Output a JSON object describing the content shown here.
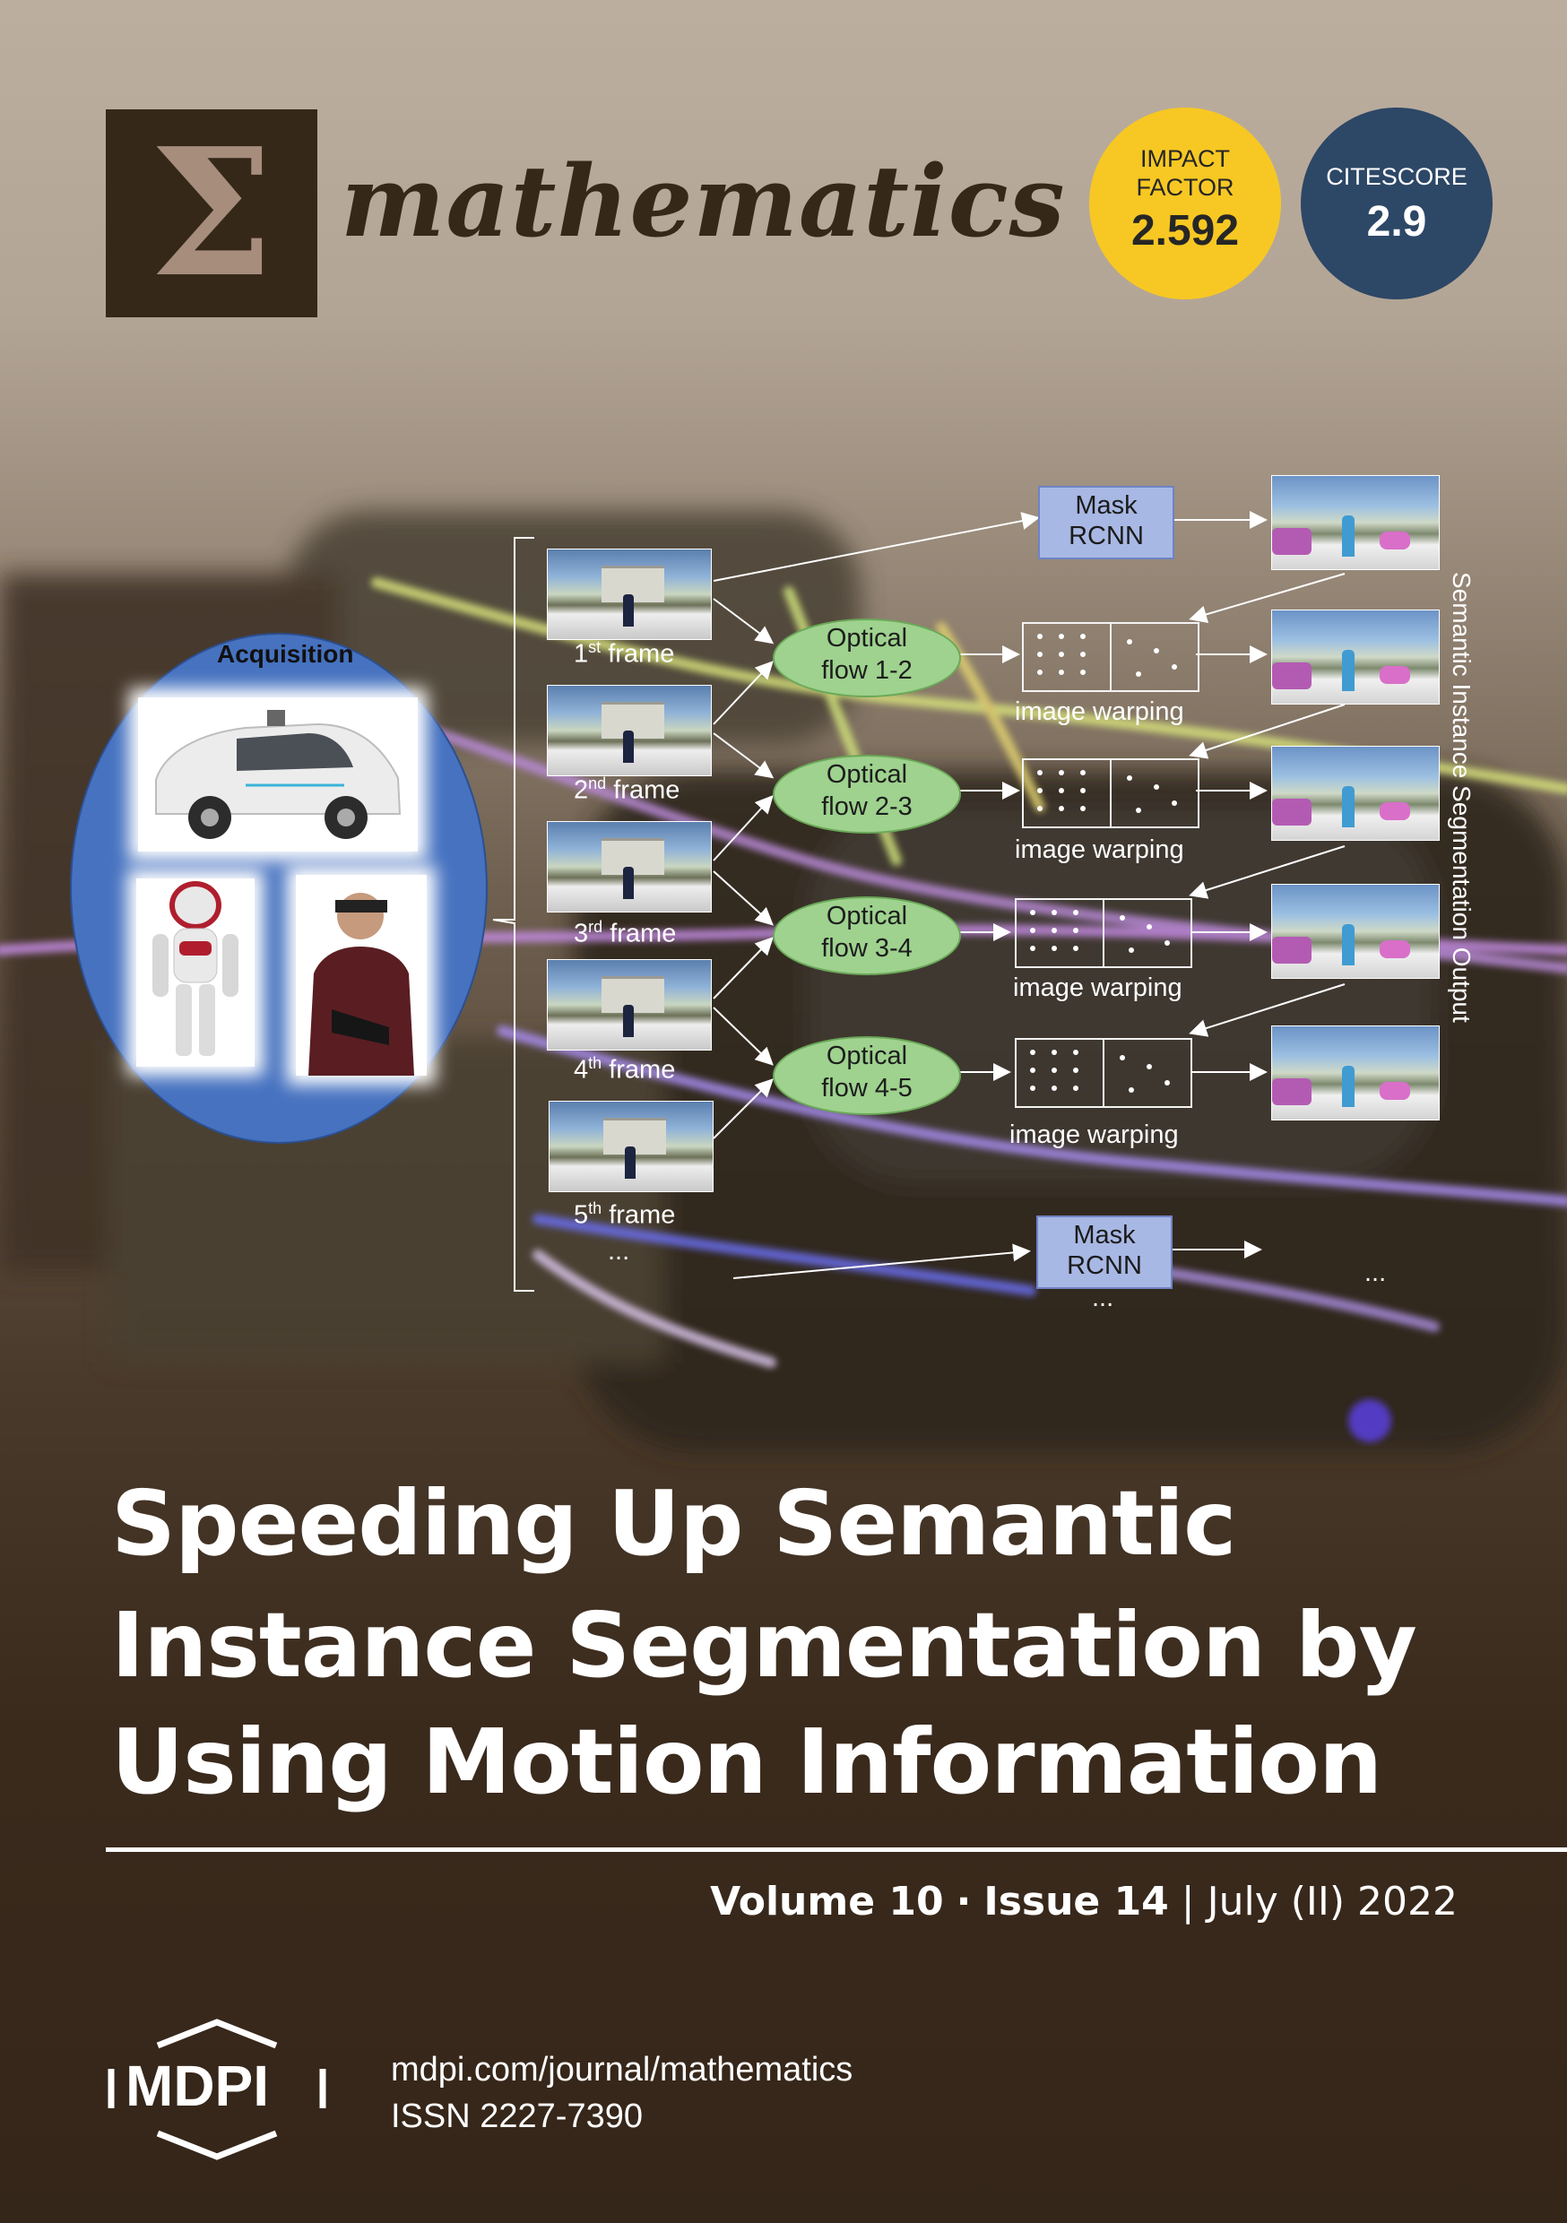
{
  "journal": {
    "logo_symbol": "Σ",
    "name": "mathematics"
  },
  "badges": {
    "impact": {
      "line1": "IMPACT",
      "line2": "FACTOR",
      "value": "2.592",
      "color": "#f7c823"
    },
    "citescore": {
      "label": "CITESCORE",
      "value": "2.9",
      "color": "#2d4766"
    }
  },
  "diagram": {
    "acquisition_label": "Acquisition",
    "frames": [
      {
        "num": "1",
        "sup": "st",
        "word": "frame"
      },
      {
        "num": "2",
        "sup": "nd",
        "word": "frame"
      },
      {
        "num": "3",
        "sup": "rd",
        "word": "frame"
      },
      {
        "num": "4",
        "sup": "th",
        "word": "frame"
      },
      {
        "num": "5",
        "sup": "th",
        "word": "frame"
      }
    ],
    "frame_ellipsis": "...",
    "mask_top": {
      "line1": "Mask",
      "line2": "RCNN"
    },
    "mask_bottom": {
      "line1": "Mask",
      "line2": "RCNN",
      "below": "..."
    },
    "flows": [
      {
        "line1": "Optical",
        "line2": "flow 1-2"
      },
      {
        "line1": "Optical",
        "line2": "flow 2-3"
      },
      {
        "line1": "Optical",
        "line2": "flow 3-4"
      },
      {
        "line1": "Optical",
        "line2": "flow 4-5"
      }
    ],
    "warping_label": "image warping",
    "output_ellipsis": "...",
    "output_label": "Semantic Instance Segmentation Output"
  },
  "article": {
    "title_lines": [
      "Speeding Up Semantic",
      "Instance Segmentation by",
      "Using Motion Information"
    ]
  },
  "issue": {
    "volume": "Volume 10",
    "sep1": "·",
    "issue": "Issue 14",
    "sep2": "|",
    "date": "July (II) 2022"
  },
  "publisher": {
    "name": "MDPI",
    "url": "mdpi.com/journal/mathematics",
    "issn": "ISSN 2227-7390"
  },
  "colors": {
    "brown": "#352819",
    "sigma": "#a78d7c",
    "flow_green": "#9ed28e",
    "mask_blue": "#a8b8e4",
    "acq_blue": "#4672c0"
  }
}
